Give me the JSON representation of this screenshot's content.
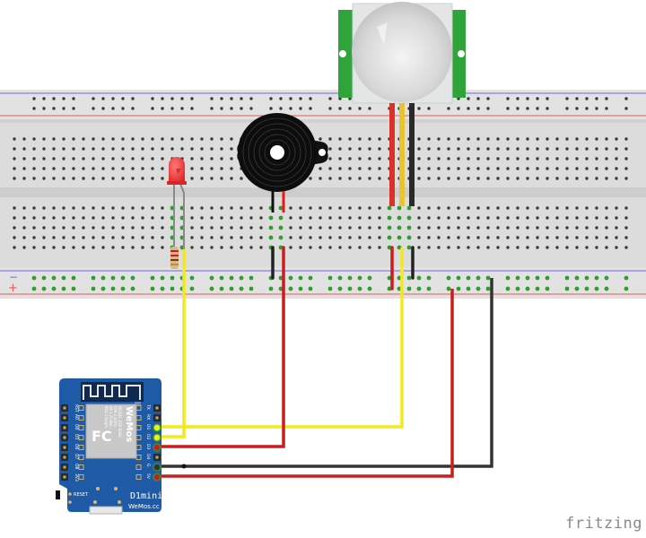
{
  "app": {
    "watermark": "fritzing"
  },
  "breadboard": {
    "rail_minus_label": "−",
    "rail_plus_label": "+",
    "colors": {
      "body": "#dcdcdc",
      "gap": "#cfcdcb",
      "hole": "#3a3a3a",
      "hole_active": "#2f9e2f",
      "rail_blue": "#6a6ae8",
      "rail_red": "#e85a5a"
    }
  },
  "components": {
    "pir_sensor": {
      "name": "PIR motion sensor",
      "pins": [
        "VCC",
        "OUT",
        "GND"
      ]
    },
    "buzzer": {
      "name": "Piezo buzzer"
    },
    "led": {
      "name": "Red LED",
      "color": "#e83030"
    },
    "resistor": {
      "name": "Resistor"
    },
    "board": {
      "name": "WeMos D1 mini",
      "label_d1": "D1mini",
      "label_brand": "WeMos.cc",
      "reset_label": "RESET",
      "module_brand": "WeMos",
      "module_lines": [
        "MODEL ESP-8266",
        "ISM 2.4GHz",
        "PA +25dBm",
        "802.11b/g/n"
      ],
      "left_pins": [
        "RST",
        "A0",
        "D0",
        "D5",
        "D6",
        "D7",
        "D8",
        "3V3"
      ],
      "right_pins": [
        "TX",
        "RX",
        "D1",
        "D2",
        "D3",
        "D4",
        "G",
        "5V"
      ],
      "color": "#1f5aa6"
    }
  },
  "wires": [
    {
      "from": "D1",
      "to": "PIR OUT",
      "color": "#f2ea1c"
    },
    {
      "from": "D2",
      "to": "LED resistor",
      "color": "#f2ea1c"
    },
    {
      "from": "D3",
      "to": "Buzzer +",
      "color": "#c81e1e"
    },
    {
      "from": "G",
      "to": "GND rail",
      "color": "#333333"
    },
    {
      "from": "5V",
      "to": "+ rail",
      "color": "#c81e1e"
    }
  ]
}
